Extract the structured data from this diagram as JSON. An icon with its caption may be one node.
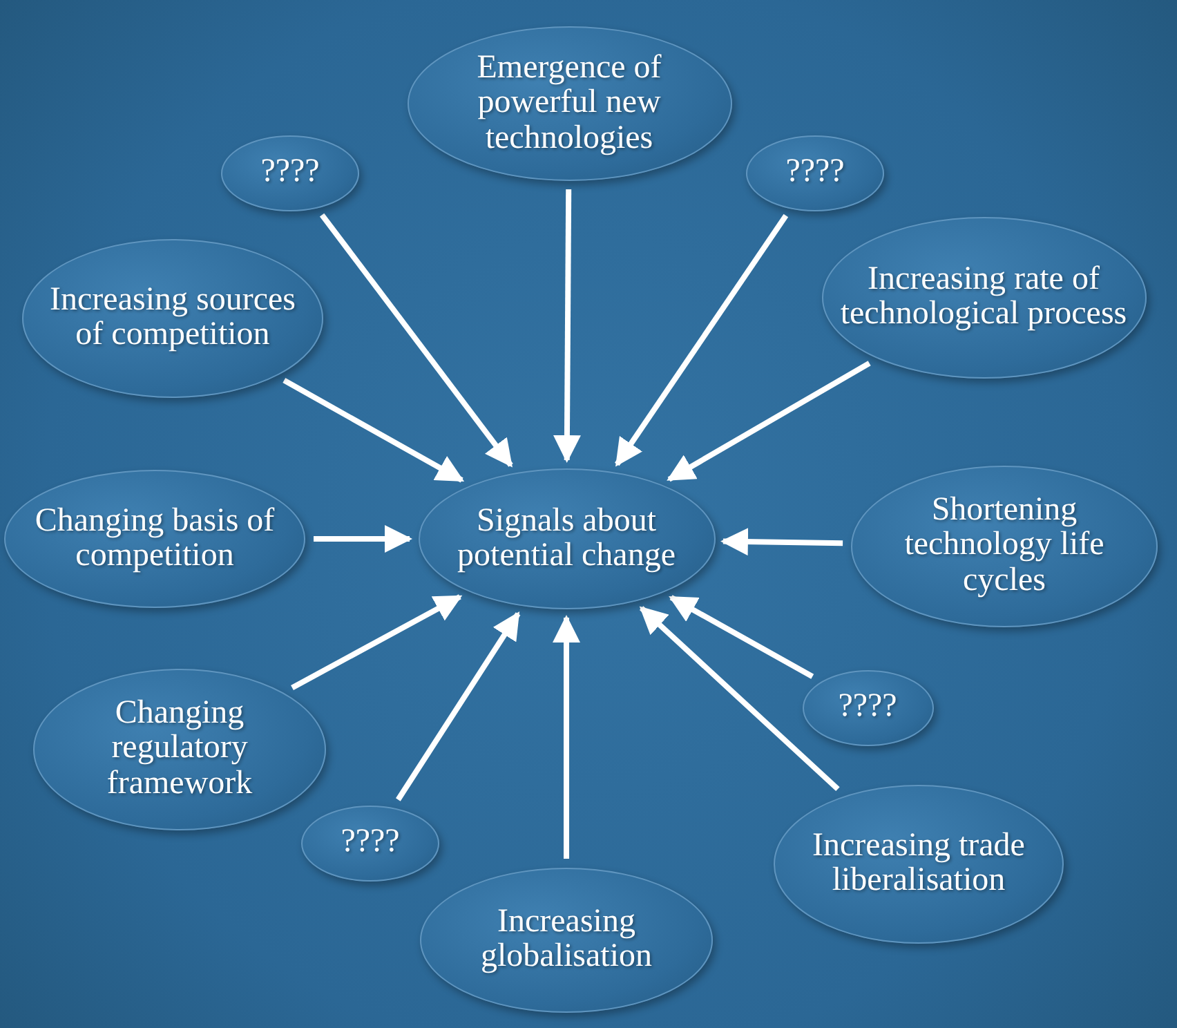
{
  "diagram": {
    "nodes": [
      {
        "text": [
          "Signals about potential change"
        ]
      },
      {
        "text": [
          "Emergence of powerful new technologies"
        ]
      },
      {
        "text": [
          "????"
        ]
      },
      {
        "text": [
          "????"
        ]
      },
      {
        "text": [
          "Increasing rate of technological process"
        ]
      },
      {
        "text": [
          "Increasing sources of competition"
        ]
      },
      {
        "text": [
          "Changing basis of competition"
        ]
      },
      {
        "text": [
          "Shortening technology life cycles"
        ]
      },
      {
        "text": [
          "????"
        ]
      },
      {
        "text": [
          "Changing regulatory framework"
        ]
      },
      {
        "text": [
          "????"
        ]
      },
      {
        "text": [
          "Increasing trade liberalisation"
        ]
      },
      {
        "text": [
          "Increasing globalisation"
        ]
      }
    ],
    "edges": [
      {
        "from": 1,
        "to": 0,
        "arrow": "to"
      },
      {
        "from": 2,
        "to": 0,
        "arrow": "to"
      },
      {
        "from": 3,
        "to": 0,
        "arrow": "to"
      },
      {
        "from": 4,
        "to": 0,
        "arrow": "to"
      },
      {
        "from": 5,
        "to": 0,
        "arrow": "to"
      },
      {
        "from": 6,
        "to": 0,
        "arrow": "to"
      },
      {
        "from": 7,
        "to": 0,
        "arrow": "to"
      },
      {
        "from": 8,
        "to": 0,
        "arrow": "to"
      },
      {
        "from": 9,
        "to": 0,
        "arrow": "to"
      },
      {
        "from": 10,
        "to": 0,
        "arrow": "to"
      },
      {
        "from": 11,
        "to": 0,
        "arrow": "to"
      },
      {
        "from": 12,
        "to": 0,
        "arrow": "to"
      }
    ]
  }
}
